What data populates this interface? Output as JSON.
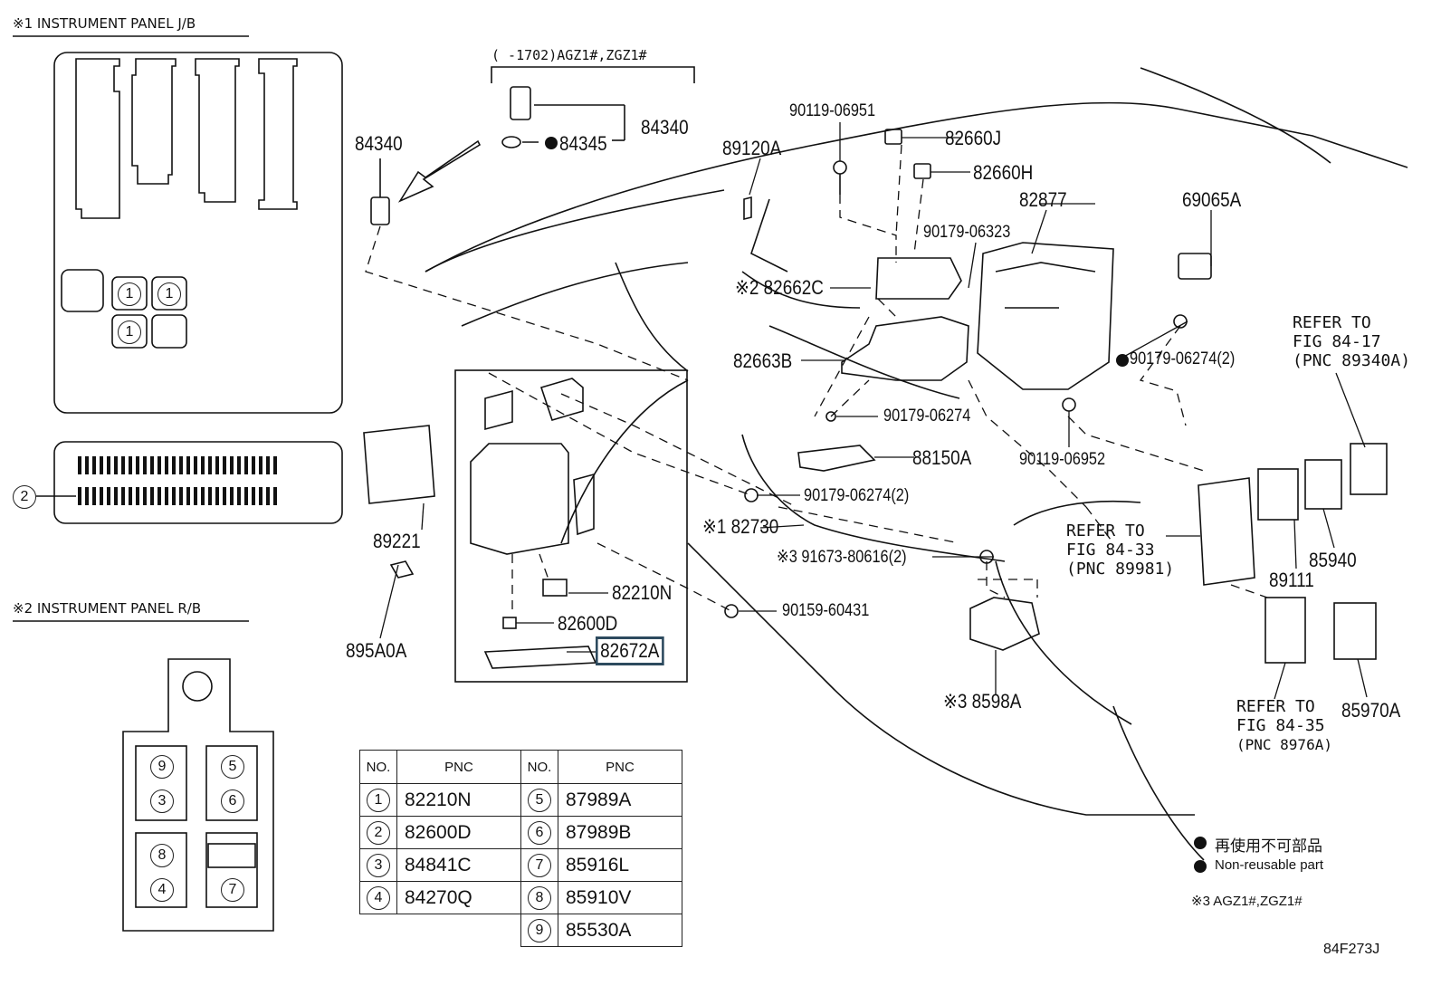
{
  "sections": {
    "jb_title": "※1 INSTRUMENT PANEL J/B",
    "rb_title": "※2 INSTRUMENT PANEL R/B"
  },
  "variant_range": "(    -1702)AGZ1#,ZGZ1#",
  "parts": {
    "p84340a": "84340",
    "p84340b": "84340",
    "p84345": "84345",
    "p89120A": "89120A",
    "p90119_06951": "90119-06951",
    "p82660J": "82660J",
    "p82660H": "82660H",
    "p82877": "82877",
    "p69065A": "69065A",
    "p90179_06323": "90179-06323",
    "p82662C": "82662C",
    "p82662C_mark": "※2",
    "p82663B": "82663B",
    "p90179_06274_2a": "90179-06274(2)",
    "p90179_06274": "90179-06274",
    "p88150A": "88150A",
    "p90119_06952": "90119-06952",
    "p90179_06274_2b": "90179-06274(2)",
    "p82730": "82730",
    "p82730_mark": "※1",
    "p91673": "91673-80616(2)",
    "p91673_mark": "※3",
    "p89221": "89221",
    "p82210N": "82210N",
    "p90159": "90159-60431",
    "p82600D": "82600D",
    "p895A0A": "895A0A",
    "p82672A": "82672A",
    "p8598A": "8598A",
    "p8598A_mark": "※3",
    "p89111": "89111",
    "p85940": "85940",
    "p85970A": "85970A"
  },
  "refs": {
    "r1": [
      "REFER TO",
      "FIG 84-17",
      "(PNC 89340A)"
    ],
    "r2": [
      "REFER TO",
      "FIG 84-33",
      "(PNC 89981)"
    ],
    "r3": [
      "REFER TO",
      "FIG 84-35",
      "(PNC 8976A)"
    ]
  },
  "callout_2": "2",
  "jb_slots": [
    "1",
    "1",
    "1"
  ],
  "rb_slots": [
    "9",
    "5",
    "3",
    "6",
    "8",
    "4",
    "7"
  ],
  "table": {
    "headers": [
      "NO.",
      "PNC",
      "NO.",
      "PNC"
    ],
    "left": [
      {
        "no": "1",
        "pnc": "82210N"
      },
      {
        "no": "2",
        "pnc": "82600D"
      },
      {
        "no": "3",
        "pnc": "84841C"
      },
      {
        "no": "4",
        "pnc": "84270Q"
      }
    ],
    "right": [
      {
        "no": "5",
        "pnc": "87989A"
      },
      {
        "no": "6",
        "pnc": "87989B"
      },
      {
        "no": "7",
        "pnc": "85916L"
      },
      {
        "no": "8",
        "pnc": "85910V"
      },
      {
        "no": "9",
        "pnc": "85530A"
      }
    ]
  },
  "legend": {
    "jp": "再使用不可部品",
    "en": "Non-reusable part",
    "note": "※3 AGZ1#,ZGZ1#"
  },
  "figure_id": "84F273J"
}
